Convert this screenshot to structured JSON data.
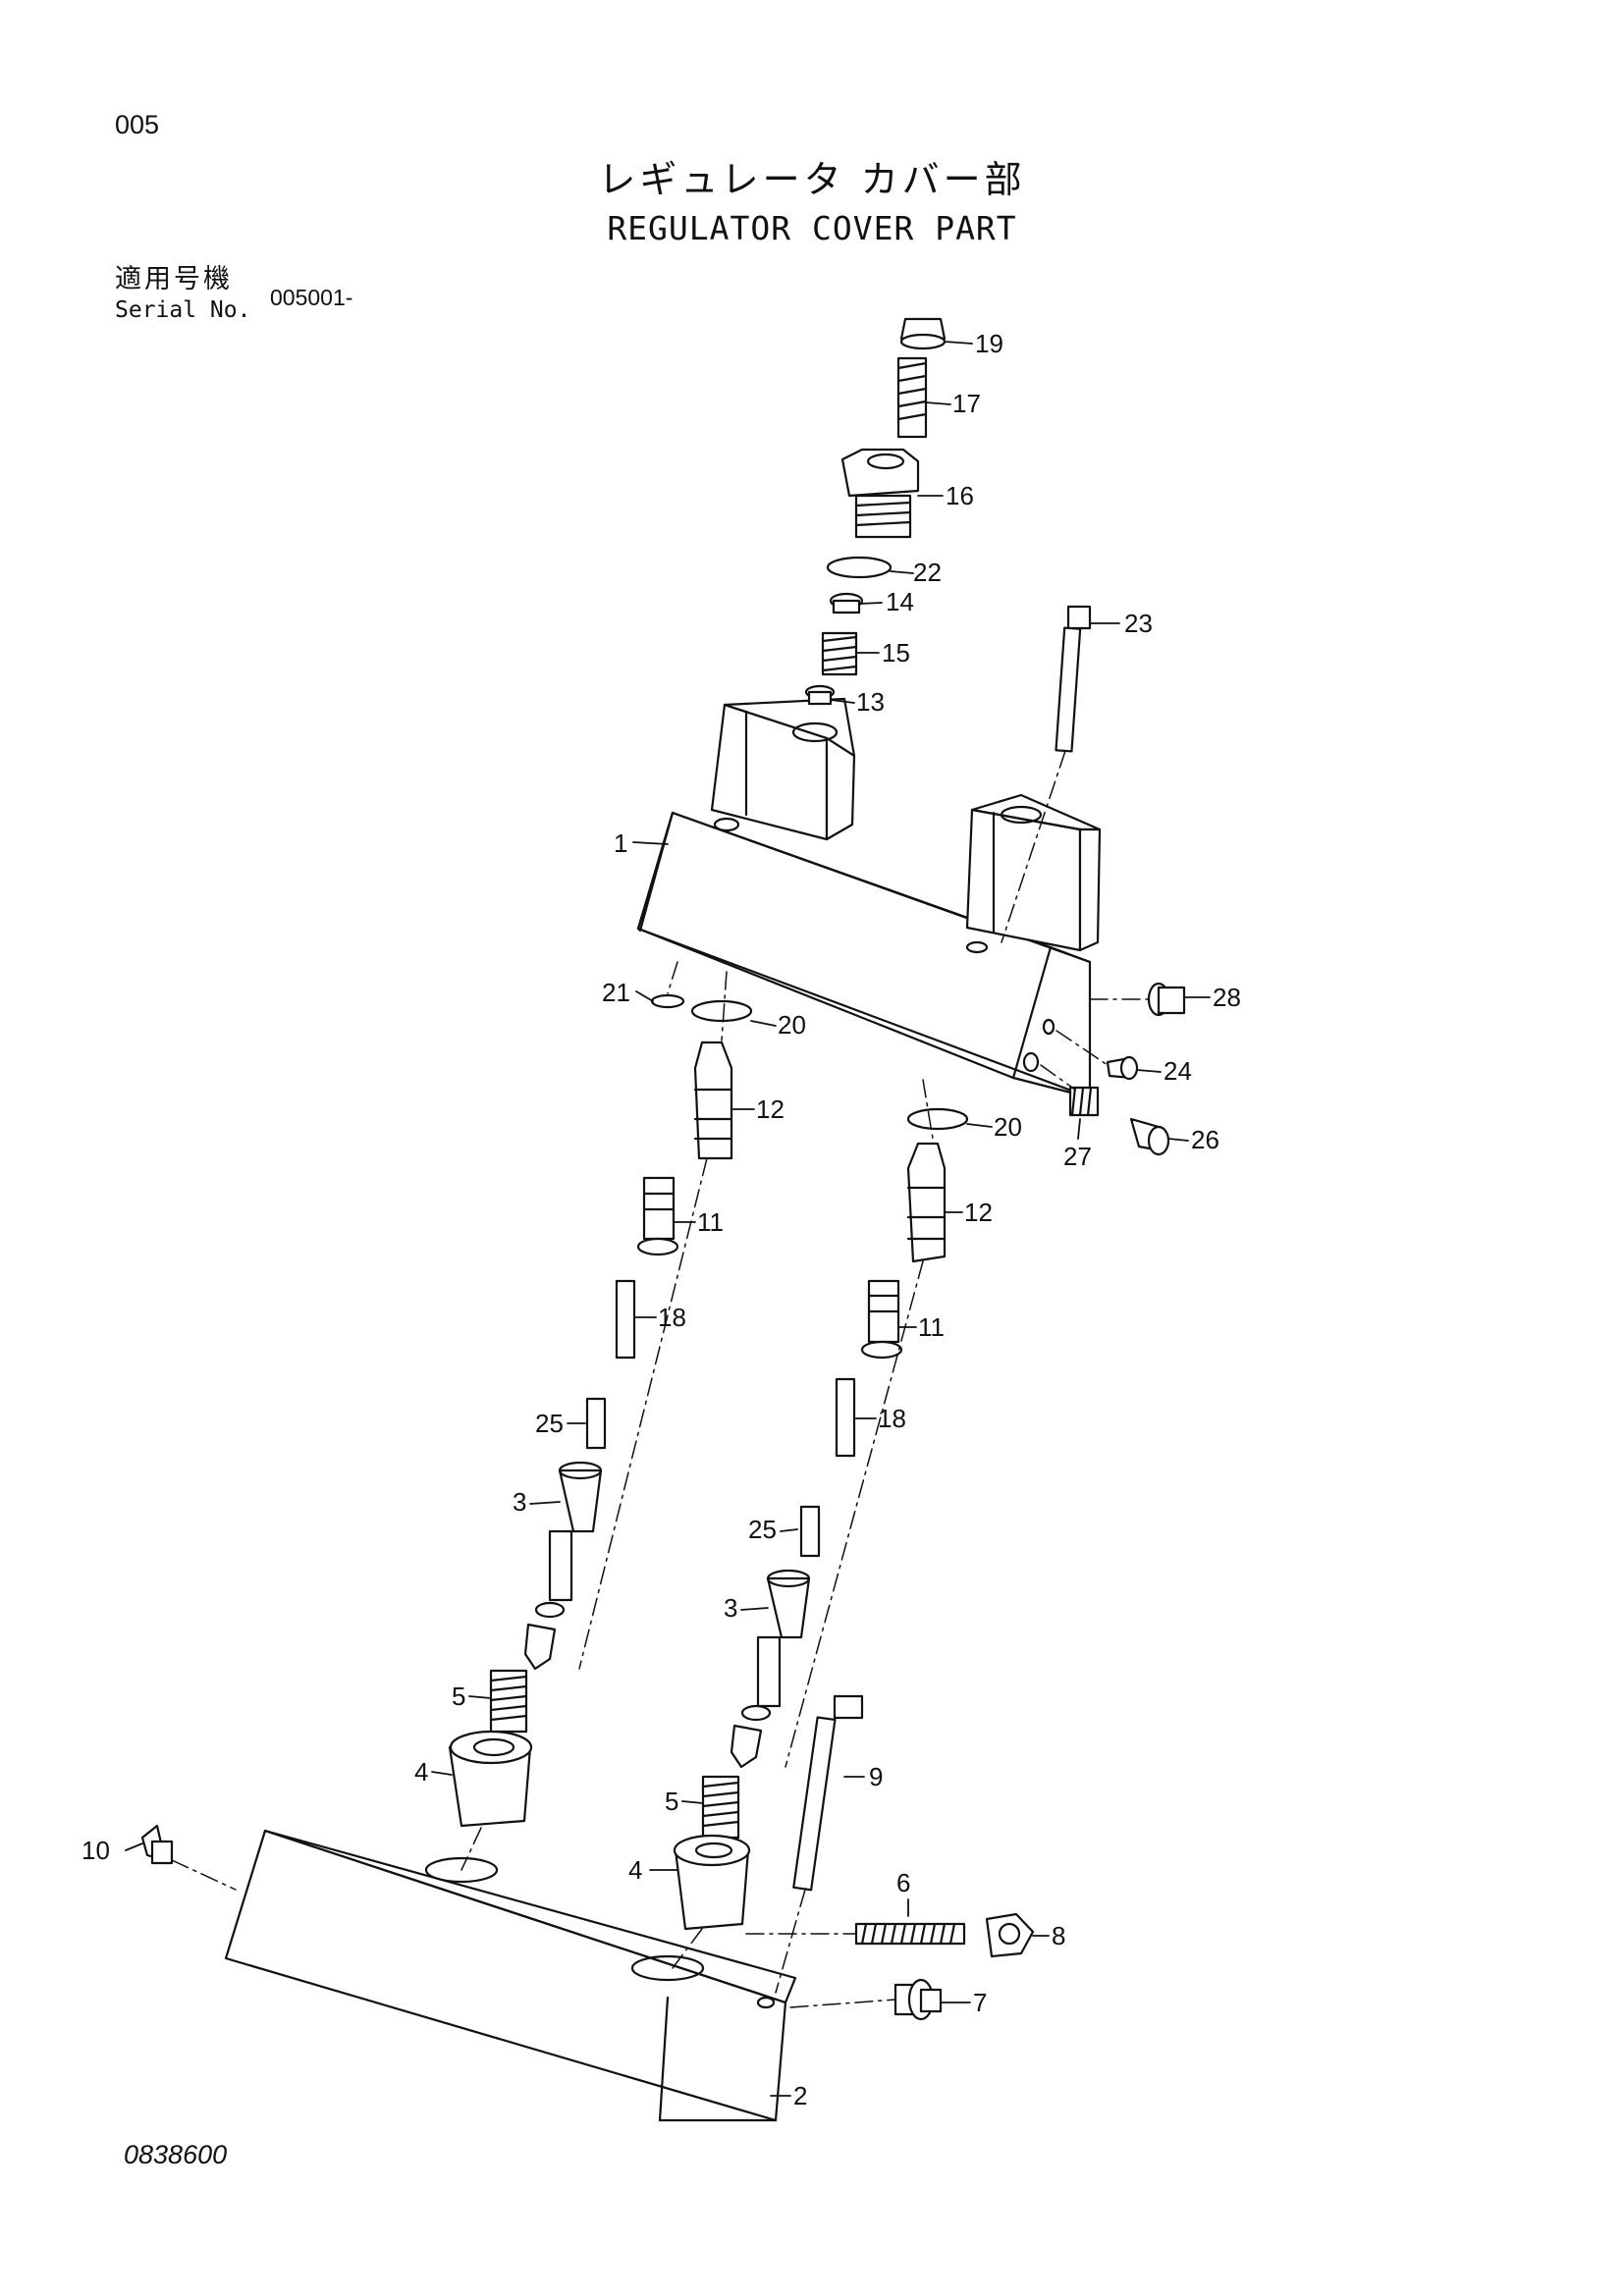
{
  "page_number": "005",
  "title_jp": "レギュレータ カバー部",
  "title_en": "REGULATOR COVER PART",
  "serial_label_jp": "適用号機",
  "serial_label_en": "Serial No.",
  "serial_value": "005001-",
  "document_id": "0838600",
  "callouts": {
    "c1": "1",
    "c2": "2",
    "c3a": "3",
    "c3b": "3",
    "c4a": "4",
    "c4b": "4",
    "c5a": "5",
    "c5b": "5",
    "c6": "6",
    "c7": "7",
    "c8": "8",
    "c9": "9",
    "c10": "10",
    "c11a": "11",
    "c11b": "11",
    "c12a": "12",
    "c12b": "12",
    "c13": "13",
    "c14": "14",
    "c15": "15",
    "c16": "16",
    "c17": "17",
    "c18a": "18",
    "c18b": "18",
    "c19": "19",
    "c20a": "20",
    "c20b": "20",
    "c21": "21",
    "c22": "22",
    "c23": "23",
    "c24": "24",
    "c25a": "25",
    "c25b": "25",
    "c26": "26",
    "c27": "27",
    "c28": "28"
  }
}
